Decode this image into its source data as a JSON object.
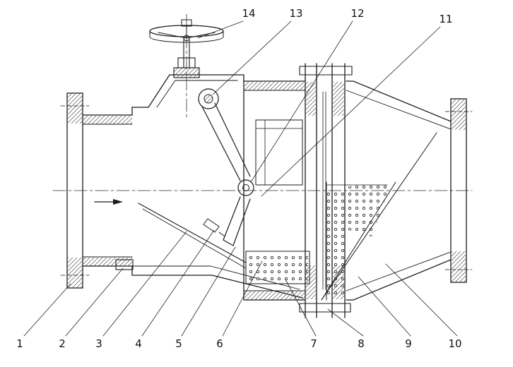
{
  "colors": {
    "line": "#1a1a1a",
    "background": "#ffffff"
  },
  "drawing": {
    "callouts_top": [
      {
        "label": "14"
      },
      {
        "label": "13"
      },
      {
        "label": "12"
      },
      {
        "label": "11"
      }
    ],
    "callouts_bottom": [
      {
        "label": "1"
      },
      {
        "label": "2"
      },
      {
        "label": "3"
      },
      {
        "label": "4"
      },
      {
        "label": "5"
      },
      {
        "label": "6"
      },
      {
        "label": "7"
      },
      {
        "label": "8"
      },
      {
        "label": "9"
      },
      {
        "label": "10"
      }
    ]
  }
}
